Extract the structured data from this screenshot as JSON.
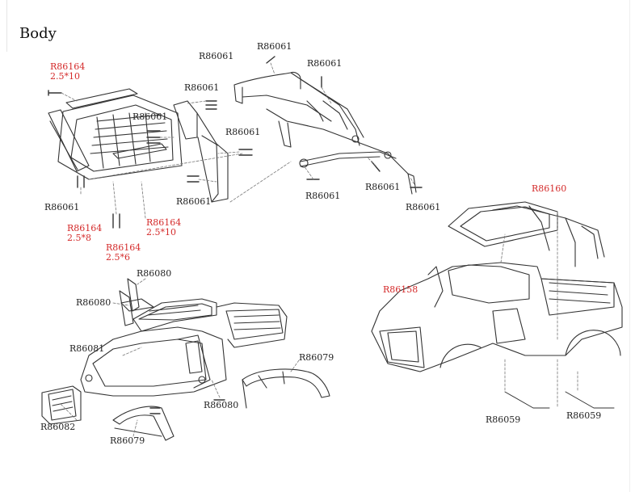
{
  "title": "Body",
  "colors": {
    "label_black": "#222222",
    "label_red": "#d42a2a",
    "line": "#333333",
    "leader_red": "#e07a7a"
  },
  "labels": {
    "l01": {
      "code": "R86164",
      "size": "2.5*10"
    },
    "l02": {
      "code": "R86061"
    },
    "l03": {
      "code": "R86061"
    },
    "l04": {
      "code": "R86061"
    },
    "l05": {
      "code": "R86061"
    },
    "l06": {
      "code": "R86061"
    },
    "l07": {
      "code": "R86061"
    },
    "l08": {
      "code": "R86061"
    },
    "l09": {
      "code": "R86164",
      "size": "2.5*10"
    },
    "l10": {
      "code": "R86164",
      "size": "2.5*8"
    },
    "l11": {
      "code": "R86164",
      "size": "2.5*6"
    },
    "l12": {
      "code": "R86061"
    },
    "l13": {
      "code": "R86061"
    },
    "l14": {
      "code": "R86061"
    },
    "l15": {
      "code": "R86160"
    },
    "l16": {
      "code": "R86080"
    },
    "l17": {
      "code": "R86080"
    },
    "l18": {
      "code": "R86081"
    },
    "l19": {
      "code": "R86079"
    },
    "l20": {
      "code": "R86080"
    },
    "l21": {
      "code": "R86082"
    },
    "l22": {
      "code": "R86079"
    },
    "l23": {
      "code": "R86158"
    },
    "l24": {
      "code": "R86059"
    },
    "l25": {
      "code": "R86059"
    }
  }
}
